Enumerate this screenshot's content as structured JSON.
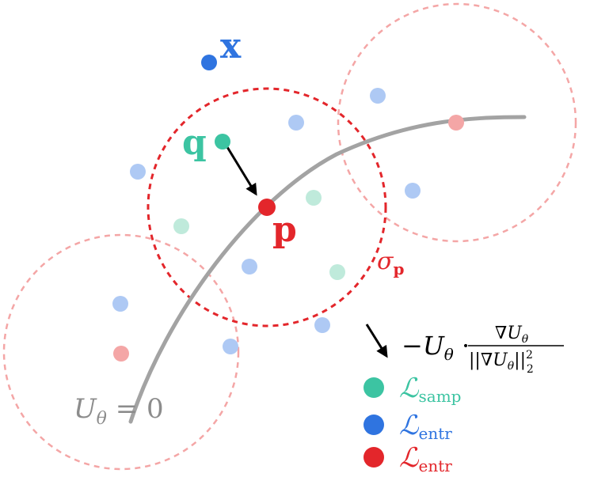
{
  "colors": {
    "teal": "#3cc4a2",
    "blue": "#2f74e0",
    "red": "#e3262b",
    "light_blue": "#aec9f4",
    "light_teal": "#bfeadb",
    "light_red": "#f4a6a6",
    "curve_gray": "#a3a3a3",
    "text_gray": "#8c8c8c"
  },
  "labels": {
    "x_point": "x",
    "q_point": "q",
    "p_point": "p",
    "sigma": "σ",
    "sigma_sub": "p",
    "curve": "U",
    "curve_sub": "θ",
    "curve_eq": " = 0"
  },
  "formula": {
    "prefix": "−U",
    "prefix_sub": "θ",
    "dot": " · ",
    "numerator": "∇U",
    "numerator_sub": "θ",
    "denominator": "||∇U",
    "denominator_sub": "θ",
    "denominator_end": "||",
    "denominator_sup": "2",
    "denominator_sub2": "2"
  },
  "legend": [
    {
      "symbol": "ℒ",
      "subscript": "samp",
      "color": "#3cc4a2"
    },
    {
      "symbol": "ℒ",
      "subscript": "entr",
      "color": "#2f74e0"
    },
    {
      "symbol": "ℒ",
      "subscript": "entr",
      "color": "#e3262b"
    }
  ]
}
